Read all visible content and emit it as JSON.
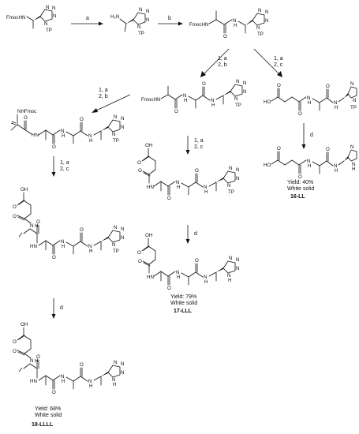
{
  "atoms": {
    "O": "O",
    "N": "N",
    "H": "H",
    "NH": "NH",
    "HN": "HN",
    "NH2": "H₂N",
    "OH": "OH",
    "HO": "HO",
    "FmocHN": "FmocHN",
    "NHFmoc": "NHFmoc",
    "TP": "TP",
    "NTP": "N",
    "NH_ring": "N"
  },
  "arrows": [
    {
      "id": "a1",
      "label_top": "a",
      "label_bottom": ""
    },
    {
      "id": "a2",
      "label_top": "b",
      "label_bottom": ""
    },
    {
      "id": "a3",
      "label_top": "1, a",
      "label_bottom": "2, b"
    },
    {
      "id": "a4",
      "label_top": "1, a",
      "label_bottom": "2, c"
    },
    {
      "id": "a5",
      "label_top": "1, a",
      "label_bottom": "2, b"
    },
    {
      "id": "a6",
      "label_top": "1, a",
      "label_bottom": "2, c"
    },
    {
      "id": "a7",
      "label_top": "d",
      "label_bottom": ""
    },
    {
      "id": "a8",
      "label_top": "1, a",
      "label_bottom": "2, c"
    },
    {
      "id": "a9",
      "label_top": "d",
      "label_bottom": ""
    },
    {
      "id": "a10",
      "label_top": "d",
      "label_bottom": ""
    }
  ],
  "products": [
    {
      "id": "16-LL",
      "yield": "Yield: 40%",
      "state": "White solid",
      "label": "16-LL"
    },
    {
      "id": "17-LLL",
      "yield": "Yield: 79%",
      "state": "White solid",
      "label": "17-LLL"
    },
    {
      "id": "18-LLLL",
      "yield": "Yield: 68%",
      "state": "White solid",
      "label": "18-LLLL"
    }
  ]
}
